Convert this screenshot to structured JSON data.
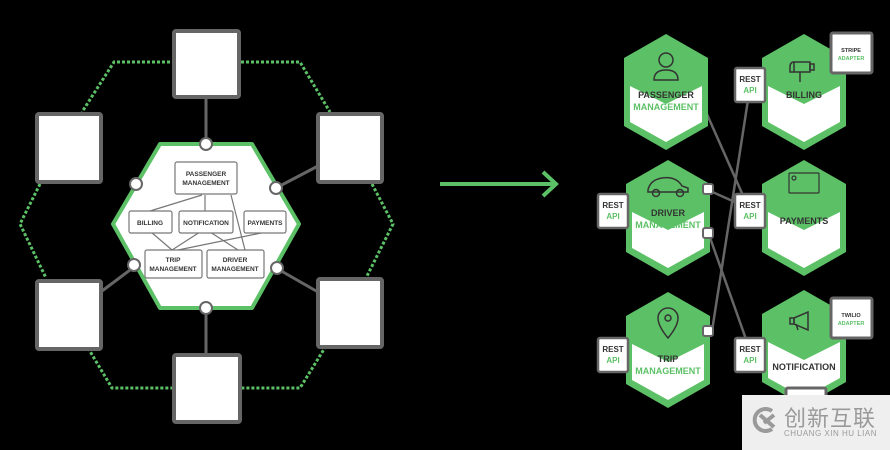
{
  "colors": {
    "green": "#5cc166",
    "green_dark": "#4cae57",
    "gray_border": "#666666",
    "text_dark": "#333333",
    "background": "#000000",
    "watermark_bg": "#efefef",
    "watermark_text": "#9a9a9a"
  },
  "monolith": {
    "modules": [
      {
        "id": "passenger",
        "line1": "PASSENGER",
        "line2": "MANAGEMENT"
      },
      {
        "id": "billing",
        "line1": "BILLING",
        "line2": ""
      },
      {
        "id": "notification",
        "line1": "NOTIFICATION",
        "line2": ""
      },
      {
        "id": "payments",
        "line1": "PAYMENTS",
        "line2": ""
      },
      {
        "id": "trip",
        "line1": "TRIP",
        "line2": "MANAGEMENT"
      },
      {
        "id": "driver",
        "line1": "DRIVER",
        "line2": "MANAGEMENT"
      }
    ]
  },
  "arrow": {
    "icon": "right-arrow-icon"
  },
  "microservices": {
    "services": [
      {
        "id": "passenger",
        "line1": "PASSENGER",
        "line2": "MANAGEMENT",
        "icon": "person-icon"
      },
      {
        "id": "billing",
        "line1": "BILLING",
        "line2": "",
        "icon": "mailbox-icon"
      },
      {
        "id": "driver",
        "line1": "DRIVER",
        "line2": "MANAGEMENT",
        "icon": "car-icon"
      },
      {
        "id": "payments",
        "line1": "",
        "line2": "PAYMENTS",
        "icon": "credit-card-icon"
      },
      {
        "id": "trip",
        "line1": "TRIP",
        "line2": "MANAGEMENT",
        "icon": "map-pin-icon"
      },
      {
        "id": "notification",
        "line1": "",
        "line2": "NOTIFICATION",
        "icon": "megaphone-icon"
      }
    ],
    "rest_api": {
      "line1": "REST",
      "line2": "API"
    },
    "adapters": [
      {
        "id": "stripe",
        "line1": "STRIPE",
        "line2": "ADAPTER"
      },
      {
        "id": "twilio",
        "line1": "TWILIO",
        "line2": "ADAPTER"
      }
    ]
  },
  "watermark": {
    "title": "创新互联",
    "subtitle": "CHUANG XIN HU LIAN",
    "icon": "cx-logo-icon"
  }
}
